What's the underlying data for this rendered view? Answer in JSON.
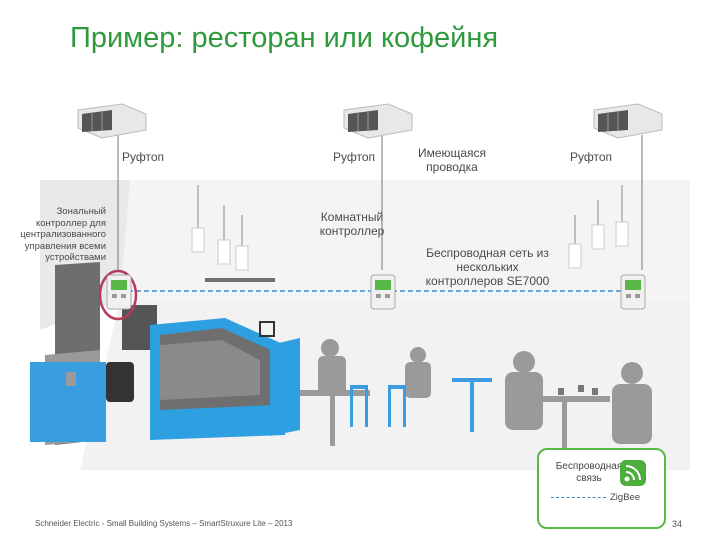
{
  "title": "Пример: ресторан или кофейня",
  "rooftops": [
    {
      "label": "Руфтоп"
    },
    {
      "label": "Руфтоп"
    },
    {
      "label": "Руфтоп"
    }
  ],
  "existing_wiring": "Имеющаяся проводка",
  "zone_controller": "Зональный контроллер для централизованного управления всеми устройствами",
  "room_controller": "Комнатный контроллер",
  "wireless_network": "Беспроводная сеть из нескольких контроллеров SE7000",
  "legend": {
    "wireless_label": "Беспроводная связь",
    "zigbee_label": "ZigBee"
  },
  "footer": "Schneider Electric - Small Building Systems – SmartStruxure Lite – 2013",
  "page_number": "34",
  "colors": {
    "title": "#2f9a3c",
    "accent_green": "#5ab946",
    "counter_blue": "#2e9fe0",
    "link_dash_blue": "#3a8fd0",
    "highlight_circle": "#b83a5a",
    "silhouette": "#9a9a9a"
  },
  "icons": [
    "rooftop-unit-icon",
    "thermostat-icon",
    "wireless-signal-icon"
  ]
}
